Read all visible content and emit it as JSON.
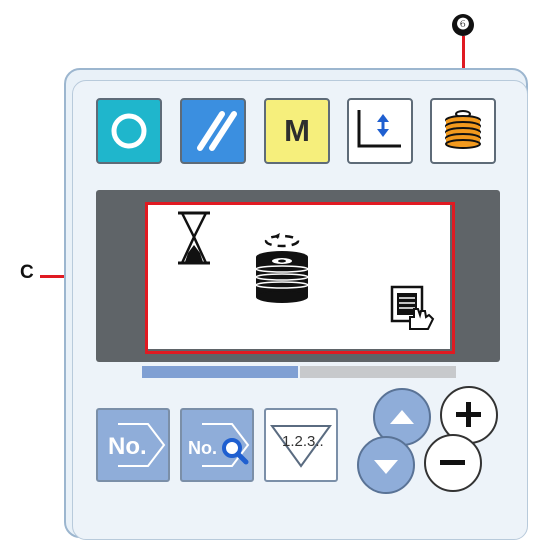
{
  "callouts": {
    "six": "❻",
    "c": "C"
  },
  "keys": {
    "mode_label": "M",
    "no_label": "No.",
    "search_label": "No.",
    "count_label": "1.2.3.."
  },
  "lcd": {
    "icons": [
      "hourglass-icon",
      "bobbin-winding-icon",
      "winder-hand-icon"
    ]
  },
  "colors": {
    "callout_red": "#e01a22",
    "ready_key": "#1fb6cc",
    "reset_key": "#3b8fe0",
    "mode_key": "#f6ef7c",
    "blue_key": "#8fadd9",
    "bobbin_orange": "#f39a1e"
  }
}
